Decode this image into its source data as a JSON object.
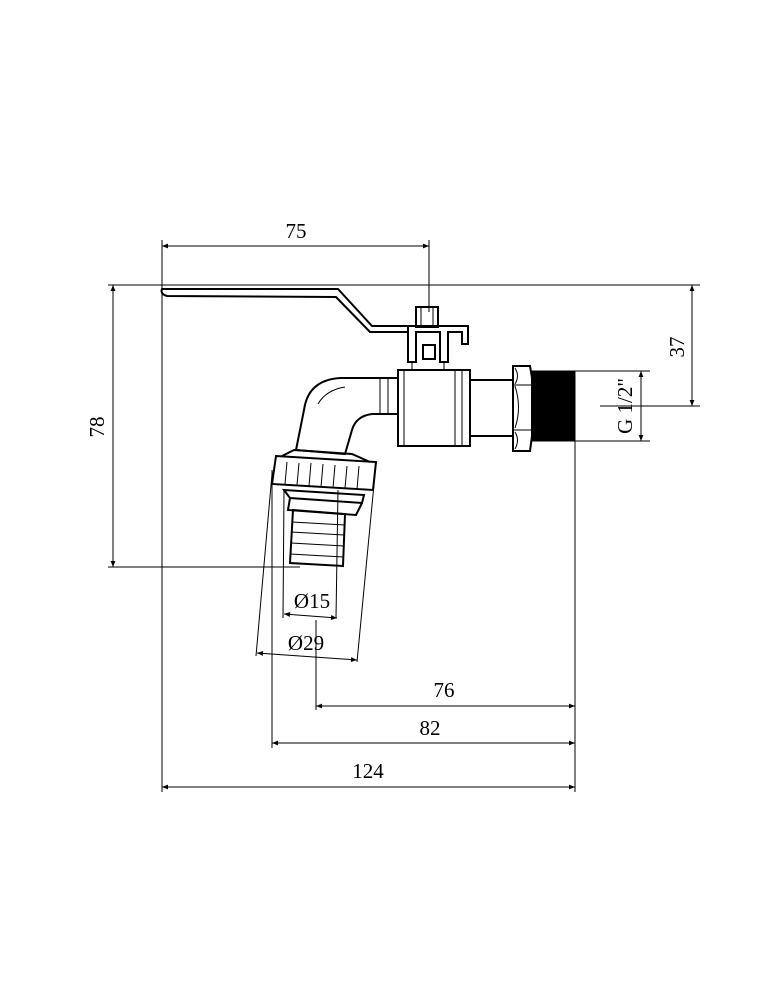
{
  "drawing": {
    "subject": "ball-valve-hose-tap",
    "dimensions": {
      "handle_length": "75",
      "overall_height": "78",
      "top_to_axis": "37",
      "thread": "G 1/2\"",
      "inner_diameter": "Ø15",
      "outer_diameter": "Ø29",
      "dim_76": "76",
      "dim_82": "82",
      "overall_length": "124"
    }
  }
}
